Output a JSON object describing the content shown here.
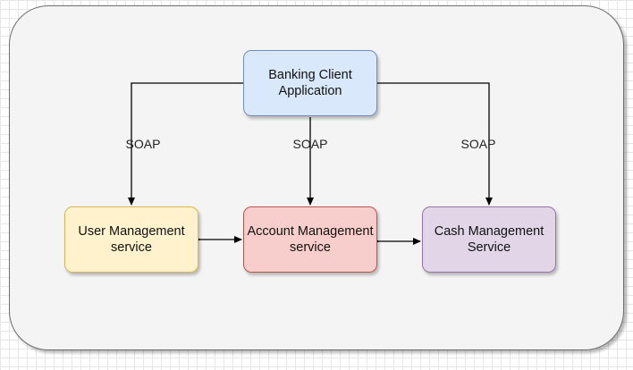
{
  "diagram": {
    "nodes": {
      "client": {
        "label": "Banking Client\nApplication",
        "fill": "#dae8fc",
        "stroke": "#6c8ebf"
      },
      "user": {
        "label": "User Management\nservice",
        "fill": "#fff2cc",
        "stroke": "#d6b656"
      },
      "account": {
        "label": "Account Management\nservice",
        "fill": "#f8cecc",
        "stroke": "#b85450"
      },
      "cash": {
        "label": "Cash Management\nService",
        "fill": "#e1d5e7",
        "stroke": "#9673a6"
      }
    },
    "edges": {
      "client_user": {
        "label": "SOAP"
      },
      "client_account": {
        "label": "SOAP"
      },
      "client_cash": {
        "label": "SOAP"
      }
    },
    "colors": {
      "edge": "#000000",
      "container_fill": "#f4f4f4",
      "container_stroke": "#6e6e6e"
    }
  }
}
